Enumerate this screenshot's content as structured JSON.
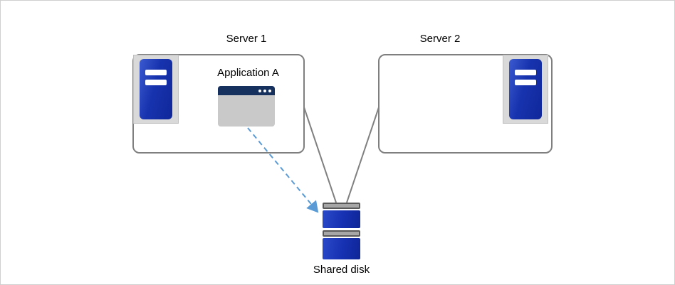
{
  "diagram": {
    "server1": {
      "label": "Server 1",
      "app_label": "Application A"
    },
    "server2": {
      "label": "Server 2"
    },
    "shared_disk": {
      "label": "Shared disk"
    }
  },
  "icons": {
    "server1_icon": "server-tower-icon",
    "server2_icon": "server-tower-icon",
    "app_window": "application-window-icon",
    "shared_disk": "stacked-disk-icon"
  },
  "colors": {
    "frame_border": "#cfcfcf",
    "box_border": "#7f7f7f",
    "line_gray": "#808080",
    "arrow_blue": "#5b9bd5",
    "panel_gray": "#d9d9d9",
    "server_blue": "#1733ae",
    "window_gray": "#c9c9c9",
    "titlebar_blue": "#17315e",
    "disk_blue": "#1631b2",
    "disk_cap_gray": "#a6a6a6"
  }
}
